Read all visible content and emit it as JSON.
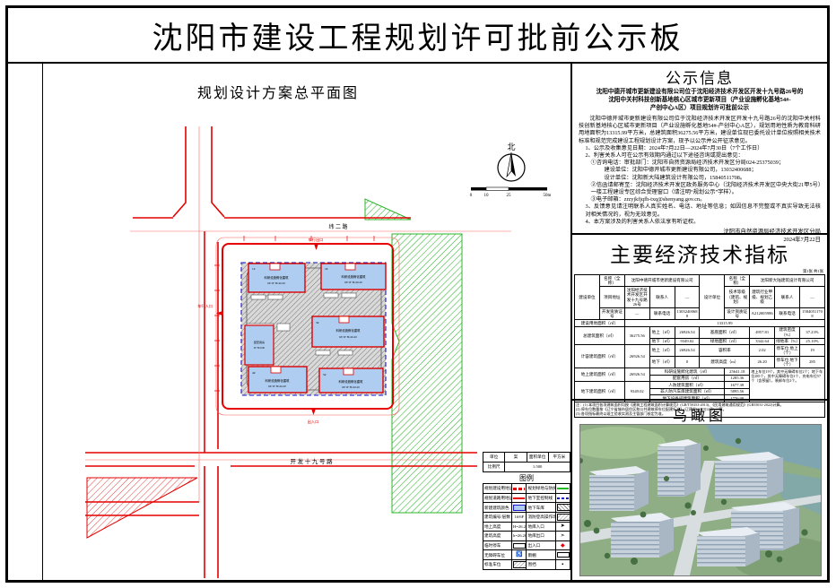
{
  "page": {
    "title": "沈阳市建设工程规划许可批前公示板"
  },
  "plan": {
    "title": "规划设计方案总平面图",
    "north_label": "北",
    "scale_ticks": [
      "0",
      "10",
      "25",
      "50m"
    ],
    "road_top": "纬  二  路",
    "road_bottom": "开 发 十 九 号 路",
    "exit_top": "车行出口",
    "entry_left": "车行入口",
    "entry_bottom": "出入口",
    "buildings": [
      {
        "no": "1#",
        "name": "科研设施孵化建筑",
        "spec": "6F/1F  H=26.20"
      },
      {
        "no": "2#",
        "name": "科研设施孵化建筑",
        "spec": "6F/1F  H=26.20"
      },
      {
        "no": "3#",
        "name": "科研设施孵化建筑",
        "spec": "6F/1F  H=26.20"
      },
      {
        "no": "4#",
        "name": "科研设施孵化建筑",
        "spec": "6F/1F  H=26.20"
      },
      {
        "no": "5#",
        "name": "科研设施孵化建筑",
        "spec": "6F/1F  H=26.20"
      },
      {
        "no": "",
        "name": "配套用房",
        "spec": "2F H=9.90"
      }
    ],
    "strip": {
      "c0": "单位",
      "c1": "案",
      "c2": "面积单位",
      "c3": "平方米",
      "r0": "比例尺",
      "r1": "1:500"
    }
  },
  "legend": {
    "title": "图例",
    "rows": [
      {
        "left": "规划建设用地边线",
        "right": "规划绿地与防护绿线"
      },
      {
        "left": "规划道路用地边线",
        "right": "地下室控制线"
      },
      {
        "left": "新建建筑颜色",
        "right": "地下车库"
      },
      {
        "left": "建筑编号/层数",
        "sym": "1#/6F",
        "right": "消防登高操作场地"
      },
      {
        "left": "地上高度",
        "sym": "H=26.20",
        "right": "地库入口"
      },
      {
        "left": "建筑高度",
        "sym": "h=26.20",
        "right": "地库出口"
      },
      {
        "left": "临时停车",
        "right": "出入口"
      },
      {
        "left": "无障碍车位",
        "right": "雨棚"
      },
      {
        "left": "标准车位",
        "right": "围挡"
      }
    ]
  },
  "notice": {
    "title": "公示信息",
    "subtitle": [
      "沈阳中德开城市更新建设有限公司位于沈阳经济技术开发区开发十九号路26号的",
      "沈阳中关村科技创新基地核心区城市更新项目（产业设施孵化基地54#-",
      "产创中心A区）项目规划许可批前公示"
    ],
    "paras": [
      "沈阳中德开城市更新建设有限公司位于沈阳经济技术开发区开发十九号路26号的沈阳中关村科技创新基地核心区城市更新项目（产业设施孵化基地54#-产创中心A区），规划用地性质为教育科研用地面积为13315.99平方米，总建筑面积36275.56平方米，建设单位现已委托设计单位按照相关技术标准和规范完成建设工程规划设计方案，现予以公示并公开征求意见。",
      "1、公示及收集意见日期：2024年7月22日—2024年7月30日（7个工作日）",
      "2、利害关系人可在公示有效期内通过以下途径咨询或提出意见：",
      "①咨询电话：审批部门：沈阳市自然资源局经济技术开发区分局024-25375039；",
      "建设单位：沈阳中德开城市更新建设有限公司，13032400688；",
      "设计单位：沈阳新大陆建筑设计有限公司，15840511708。",
      "②信函请邮寄至：沈阳经济技术开发区政务服务中心（沈阳经济技术开发区中央大街21甲5号）一楼工程建设专区综合受理窗口（请注明“规划公示”字样）。",
      "③电子邮箱：zrzyjkfjqfh-txq@shenyang.gov.cn。",
      "3、反馈意见请注明联系人真实姓名、电话、地址等信息；如因信息不完整或不真实导致无法核对相关情况的，视为无效意见。",
      "4、本方案涉及的利害关系人依法享有听证权。"
    ],
    "sign1": "沈阳市自然资源局经济技术开发区分局",
    "sign2": "2024年7月22日"
  },
  "indicators": {
    "title": "主要经济技术指标",
    "sheet_note": "第1张  共1张",
    "h_builder": "建设单位",
    "h_designer": "设计单位",
    "h_name1": "名称（全称）",
    "h_name2": "名称（全称）",
    "builder_name": "沈阳中德开城市更新建设有限公司",
    "designer_name": "沈阳新大陆建筑设计有限公司",
    "h_addr": "项目地址",
    "addr": "沈阳经济技术开发区开发十九号路26号",
    "h_contact1": "联系人",
    "builder_contact": "—",
    "h_grade": "技术等级（建筑、规划）",
    "grade": "建筑行业甲级、规划乙级",
    "h_contact2": "联系人",
    "designer_contact": "—",
    "h_dev_cert": "开发资质证号",
    "dev_cert": "—",
    "h_phone1": "联系电话",
    "builder_phone": "13032400688",
    "h_design_cert": "设计资质证号",
    "design_cert": "A212005986",
    "h_phone2": "联系电话",
    "designer_phone": "15840511708",
    "h_land": "建设用地面积（㎡）",
    "land": "13315.99",
    "h_total": "总建筑面积（㎡）",
    "total": "36275.56",
    "h_above": "地上（㎡）",
    "above": "26926.54",
    "h_footprint": "基底面积（㎡）",
    "footprint": "4957.81",
    "h_density": "建筑密度（%）",
    "density": "37.23%",
    "h_below": "地下（㎡）",
    "below": "9349.02",
    "h_green_area": "绿地面积（㎡）",
    "green_area": "3342.64",
    "h_green_rate": "绿地率（%）",
    "green_rate": "25.10%",
    "h_capacity": "计容建筑面积（㎡）",
    "capacity": "26926.54",
    "h_cap_above": "地上（㎡）",
    "cap_above": "26926.54",
    "h_far": "容积率",
    "far": "2.02",
    "h_park_above": "停车位 地上（个）",
    "park_above": "19",
    "h_cap_below": "地下（㎡）",
    "cap_below": "0",
    "h_height": "建筑高度（m）",
    "height": "26.20",
    "h_park_below": "停车位 地下（个）",
    "park_below": "285",
    "h_above_detail": "地上建筑面积（㎡）",
    "above_detail": "26926.54",
    "h_incubator": "科研设施孵化建筑（㎡）",
    "incubator": "25641.18",
    "h_support": "配套用房（㎡）",
    "support": "1285.36",
    "h_below_detail": "地下建筑面积（㎡）",
    "below_detail": "9349.02",
    "h_civil": "人防建筑面积（㎡）",
    "civil": "1677.38",
    "h_garage": "非人防汽车库建筑面积（㎡）",
    "garage": "5895.56",
    "h_equip": "地下设备间建筑面积（㎡）",
    "equip": "1776.08",
    "remark": "地上车位19个，其中无障碍车位2个；地下车位285个，其中无障碍车位3个、充电车位57个（含预留），装卸车位2个。",
    "notes": [
      "注：(1) 本项目各项建筑面积均按《建筑工程建筑面积计算规范》(GB/T50353-2013)、《民用建筑通用规范》(GB55031-2022)计算。",
      "(2) 停车位数量按《辽宁省城市居住区和公共建筑停车位配建标准》(辽建发[2019]14号) 计算。",
      "(3) 各项指标最终以竣工验收实测及主管部门核定为准。"
    ]
  },
  "aerial": {
    "title": "鸟瞰图"
  }
}
